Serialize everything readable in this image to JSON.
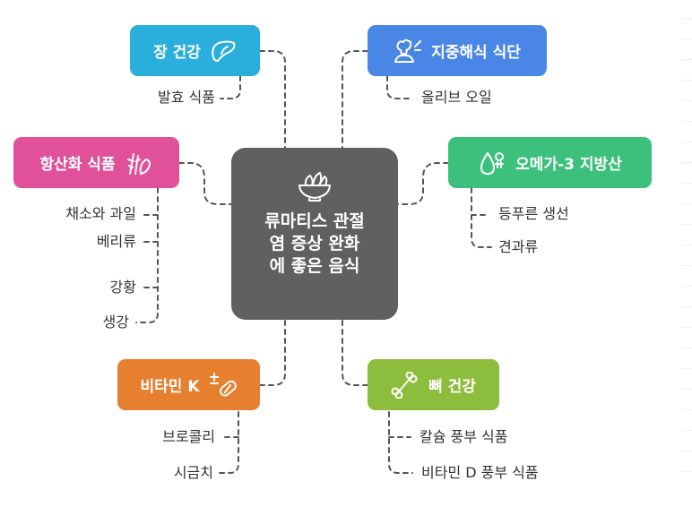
{
  "center": {
    "title": "류마티스 관절\n염 증상 완화\n에 좋은 음식",
    "icon": "bowl-icon"
  },
  "topics": {
    "gut": {
      "label": "장 건강",
      "icon": "liver-icon",
      "color": "#2aaedc",
      "items": [
        "발효 식품"
      ]
    },
    "antioxidant": {
      "label": "항산화 식품",
      "icon": "herbs-icon",
      "color": "#e0519a",
      "items": [
        "채소와 과일",
        "베리류",
        "강황",
        "생강"
      ]
    },
    "vitk": {
      "label": "비타민 K",
      "icon": "pill-icon",
      "color": "#e67f2e",
      "items": [
        "브로콜리",
        "시금치"
      ]
    },
    "med": {
      "label": "지중해식 식단",
      "icon": "chef-icon",
      "color": "#4a86e6",
      "items": [
        "올리브 오일"
      ]
    },
    "omega": {
      "label": "오메가-3 지방산",
      "icon": "oil-drop-icon",
      "color": "#3cc07c",
      "items": [
        "등푸른 생선",
        "견과류"
      ]
    },
    "bone": {
      "label": "뼈 건강",
      "icon": "bone-icon",
      "color": "#8dbd3c",
      "items": [
        "칼슘 풍부 식품",
        "비타민 D 풍부 식품"
      ]
    }
  }
}
